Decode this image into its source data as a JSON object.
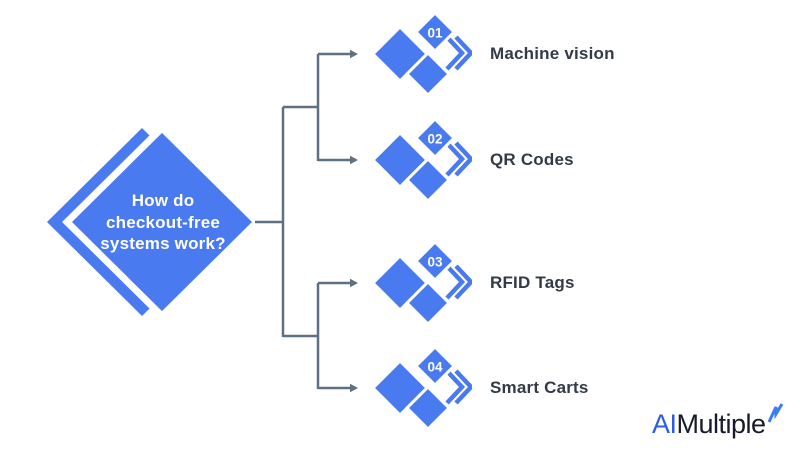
{
  "colors": {
    "diamond_blue": "#4A7AEF",
    "connector_gray": "#5E7082",
    "label_text": "#333B47",
    "number_text": "#ffffff",
    "logo_ai_blue": "#2D5BE7",
    "logo_dark": "#171A2C",
    "background": "#ffffff"
  },
  "center": {
    "lines": [
      "How do",
      "checkout-free",
      "systems work?"
    ]
  },
  "nodes": [
    {
      "number": "01",
      "label": "Machine vision"
    },
    {
      "number": "02",
      "label": "QR Codes"
    },
    {
      "number": "03",
      "label": "RFID Tags"
    },
    {
      "number": "04",
      "label": "Smart Carts"
    }
  ],
  "logo": {
    "ai": "AI",
    "rest": "Multiple"
  },
  "icons": [
    "diamond-icon",
    "double-chevron-right-icon",
    "arrowhead-icon",
    "spark-icon"
  ]
}
